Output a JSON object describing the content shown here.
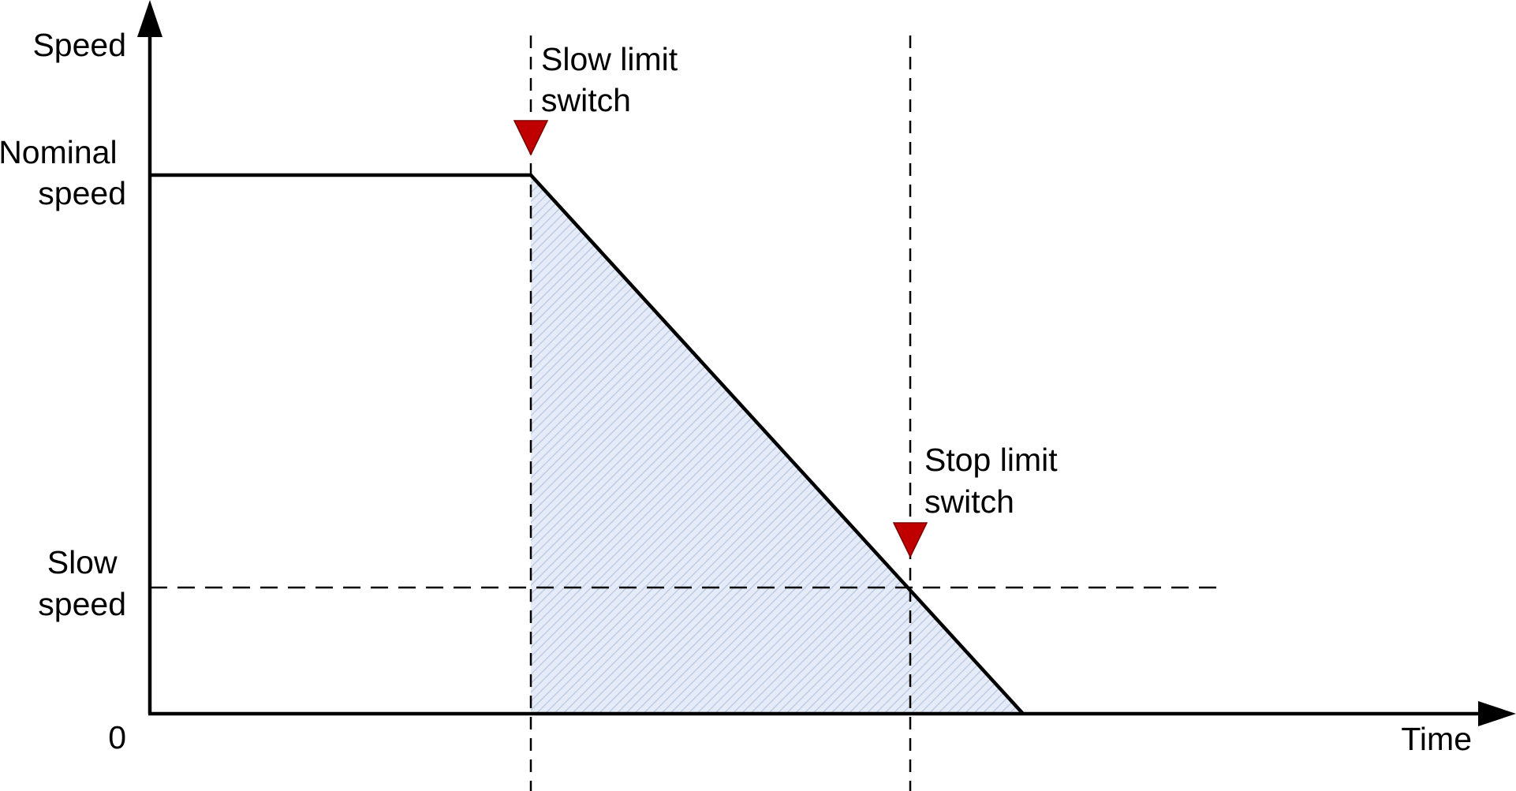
{
  "axes": {
    "y_title": "Speed",
    "x_title": "Time",
    "origin": "0"
  },
  "levels": {
    "nominal": [
      "Nominal",
      "speed"
    ],
    "slow": [
      "Slow",
      "speed"
    ]
  },
  "switches": {
    "slow_limit": [
      "Slow limit",
      "switch"
    ],
    "stop_limit": [
      "Stop limit",
      "switch"
    ]
  },
  "colors": {
    "line": "#000000",
    "marker": "#c00000",
    "fill": "#e6ecf7",
    "hatch": "#b7c6e4"
  },
  "icons": {
    "switch_marker": "red-down-triangle-icon"
  }
}
